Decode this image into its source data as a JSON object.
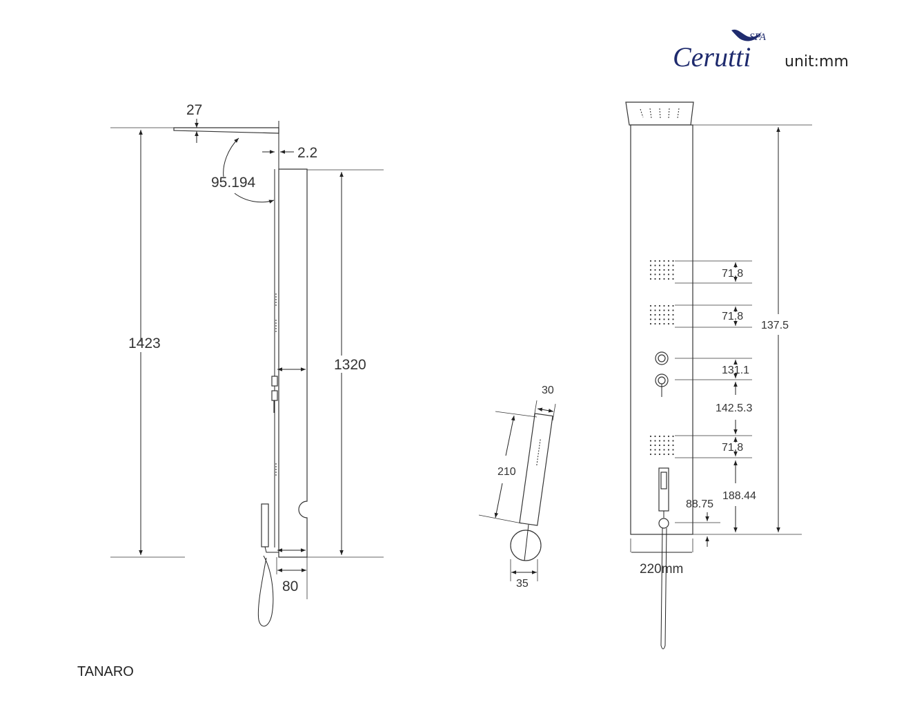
{
  "brand": {
    "name": "Cerutti",
    "suffix": "SPA",
    "color": "#1f2b6e"
  },
  "unit_label": "unit:mm",
  "model_name": "TANARO",
  "side_view": {
    "dims": {
      "top_thickness": "27",
      "wall_gap": "2.2",
      "angle": "95.194",
      "total_height": "1423",
      "panel_height": "1320",
      "depth": "80"
    }
  },
  "hand_shower": {
    "dims": {
      "width": "30",
      "length": "210",
      "base": "35"
    }
  },
  "front_view": {
    "dims": {
      "jet_1": "71.8",
      "jet_2": "71.8",
      "control_gap": "131.1",
      "control_to_jet": "142.5.3",
      "jet_3": "71.8",
      "jet_to_outlet": "188.44",
      "outlet_height": "88.75",
      "column_height": "137.5",
      "width": "220mm"
    }
  }
}
